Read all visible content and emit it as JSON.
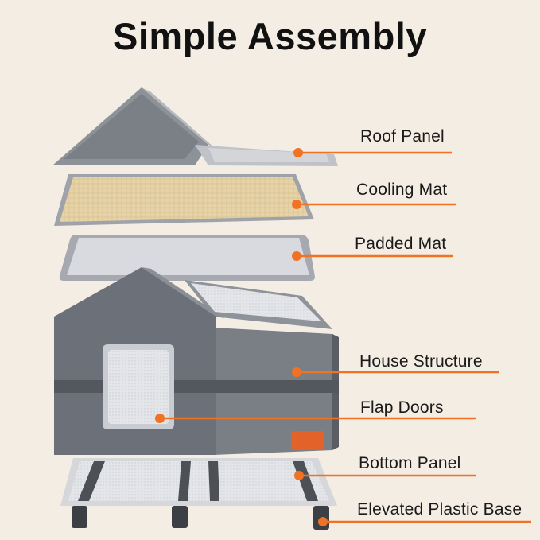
{
  "title": "Simple Assembly",
  "colors": {
    "background": "#f4ede4",
    "callout": "#f07222",
    "fabric": "#6c7078",
    "fabric_dark": "#50545b",
    "panel": "#a7abb2",
    "panel_light": "#dcdee2",
    "mat_tan": "#e5d3a9",
    "badge": "#e2622a"
  },
  "labels": [
    {
      "id": "roof-panel",
      "text": "Roof Panel"
    },
    {
      "id": "cooling-mat",
      "text": "Cooling Mat"
    },
    {
      "id": "padded-mat",
      "text": "Padded Mat"
    },
    {
      "id": "house-structure",
      "text": "House Structure"
    },
    {
      "id": "flap-doors",
      "text": "Flap Doors"
    },
    {
      "id": "bottom-panel",
      "text": "Bottom Panel"
    },
    {
      "id": "elevated-plastic-base",
      "text": "Elevated Plastic Base"
    }
  ]
}
